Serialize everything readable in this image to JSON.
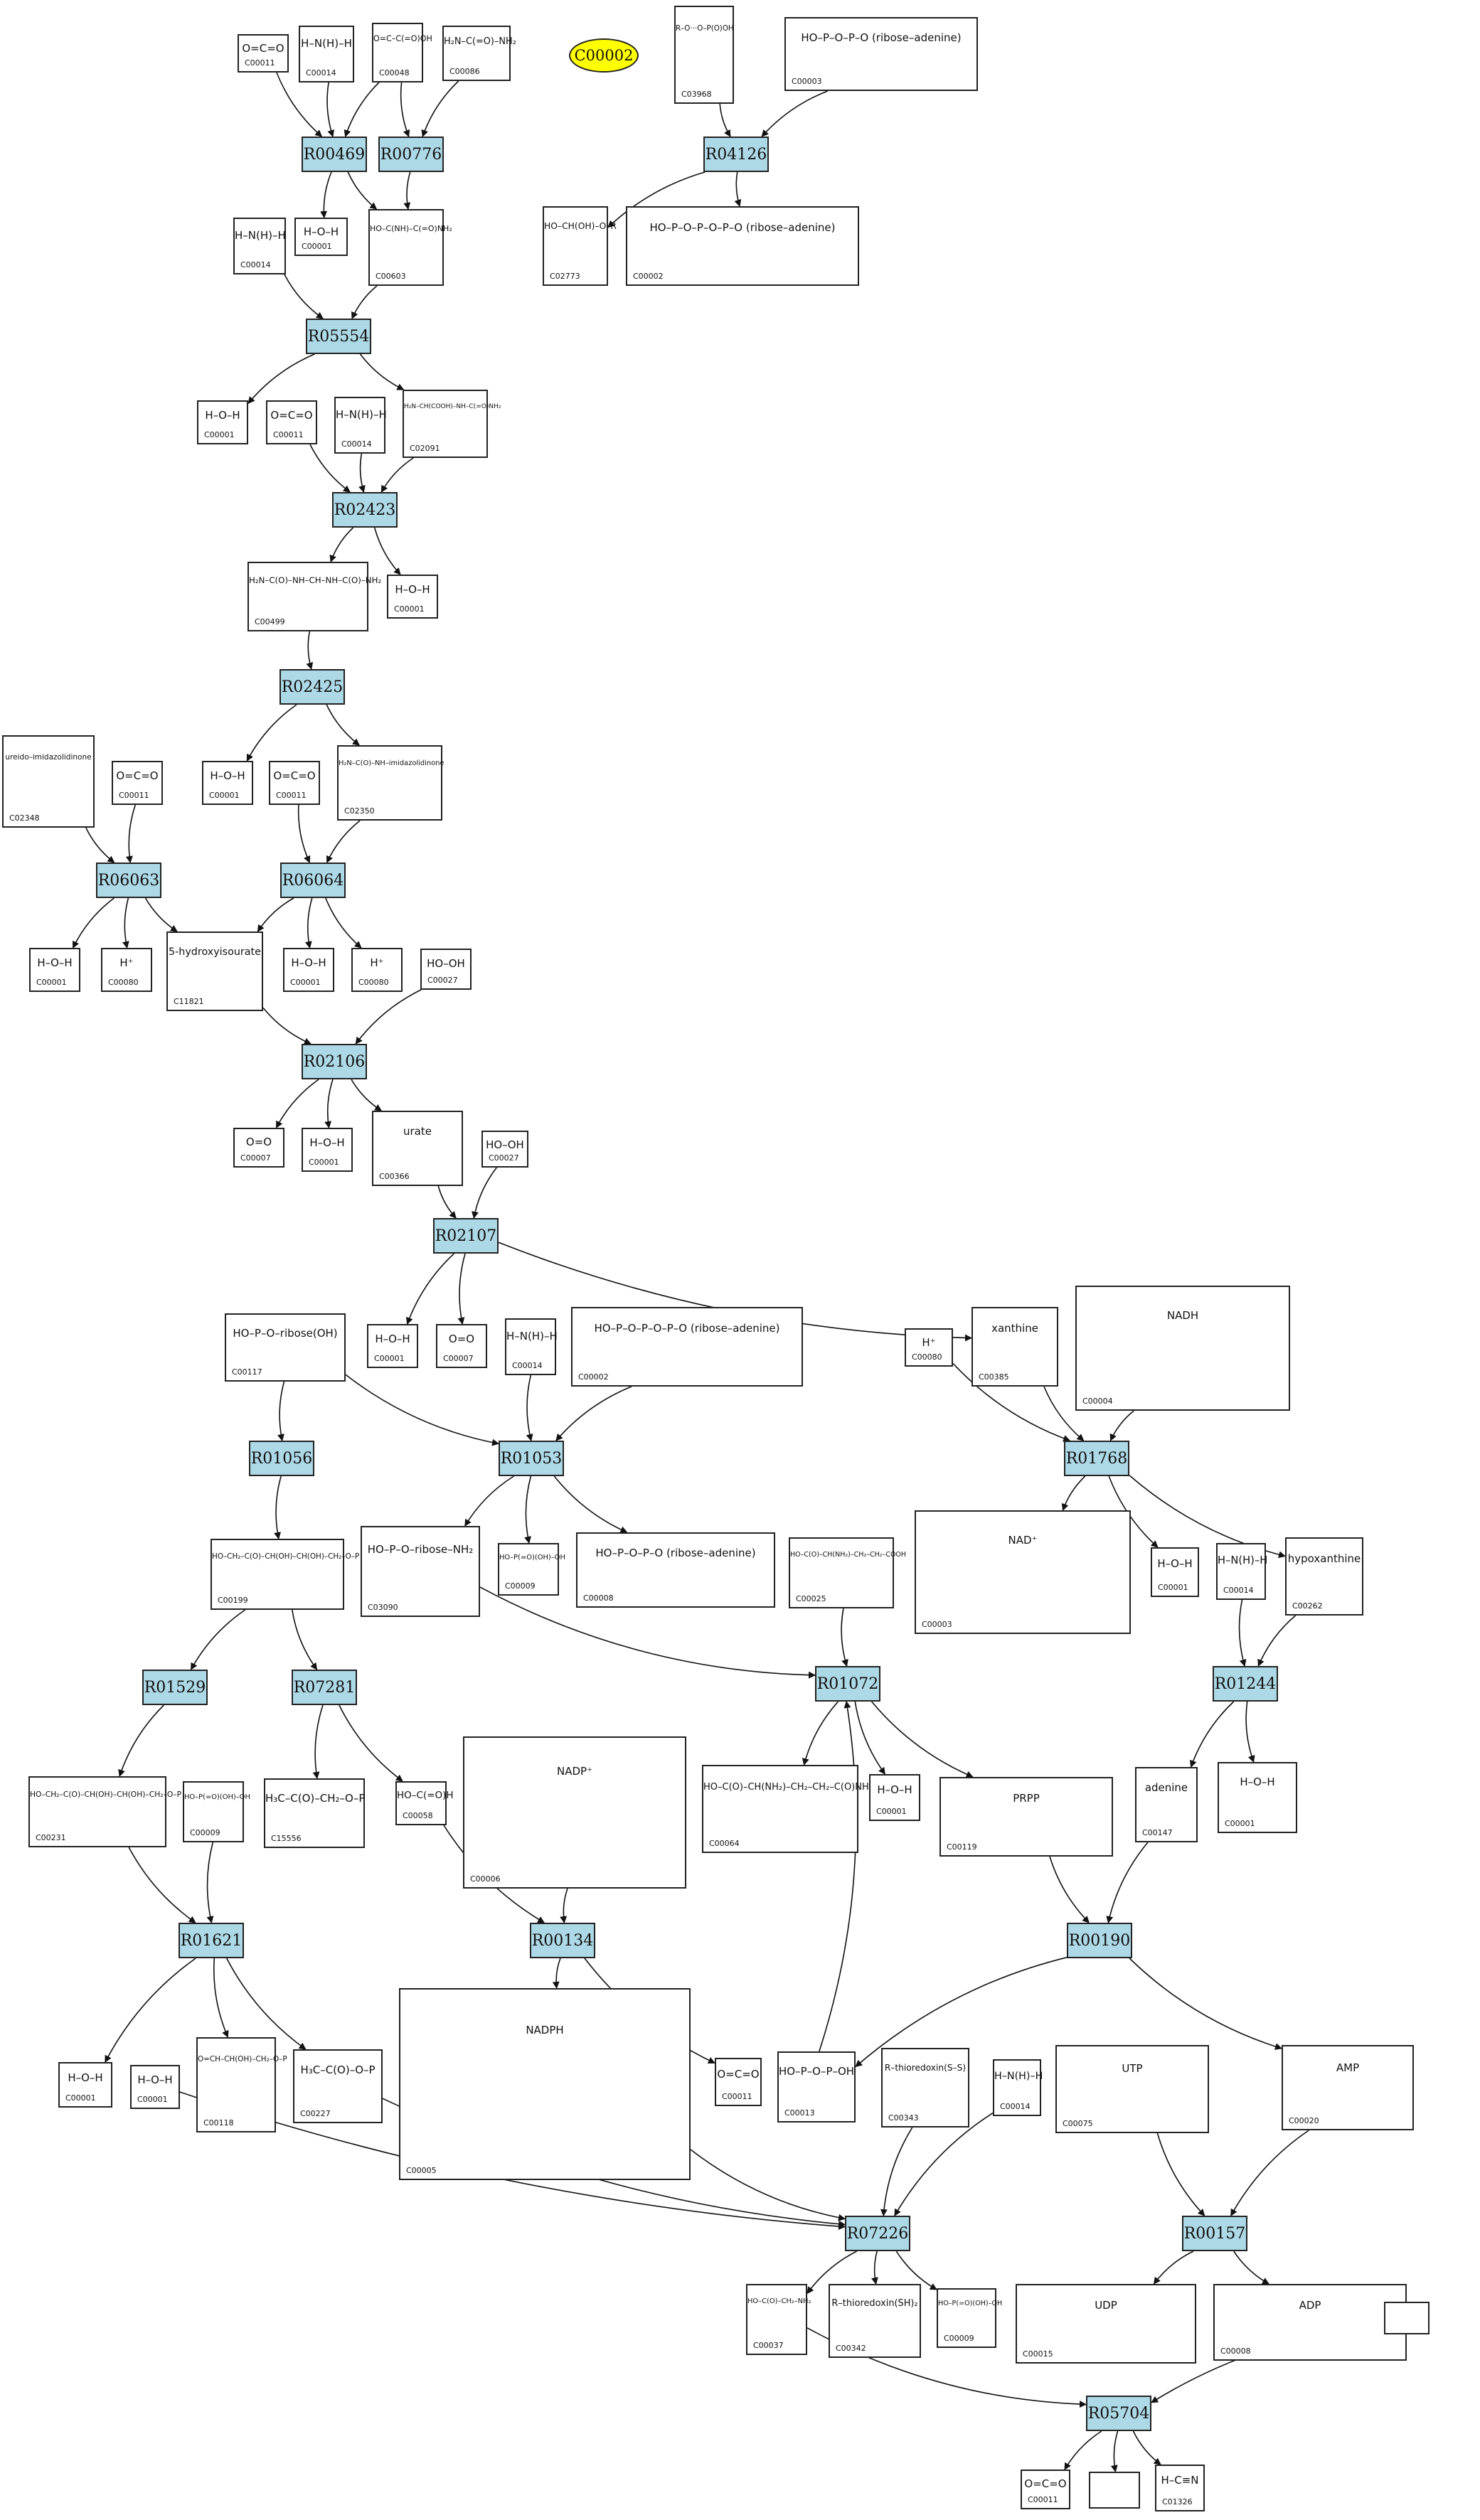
{
  "highlight": "C00002",
  "reactions": [
    "R00469",
    "R00776",
    "R04126",
    "R05554",
    "R02423",
    "R02425",
    "R06063",
    "R06064",
    "R02106",
    "R02107",
    "R01056",
    "R01053",
    "R01768",
    "R01529",
    "R07281",
    "R01072",
    "R01244",
    "R01621",
    "R00134",
    "R00190",
    "R07226",
    "R00157",
    "R05704"
  ],
  "compounds": [
    {
      "id": "C00011",
      "label": "O=C=O"
    },
    {
      "id": "C00014",
      "label": "H–N(H)–H"
    },
    {
      "id": "C00048",
      "label": "O=C–C(=O)OH"
    },
    {
      "id": "C00086",
      "label": "H₂N–C(=O)–NH₂"
    },
    {
      "id": "C03968",
      "label": "R–O···O–P(O)OH"
    },
    {
      "id": "C00003",
      "label": "HO–P–O–P–O (ribose–adenine)"
    },
    {
      "id": "C00014",
      "label": "H–N(H)–H"
    },
    {
      "id": "C00001",
      "label": "H–O–H"
    },
    {
      "id": "C00603",
      "label": "HO–C(NH)–C(=O)NH₂"
    },
    {
      "id": "C02773",
      "label": "HO–CH(OH)–O–R"
    },
    {
      "id": "C00002",
      "label": "HO–P–O–P–O–P–O (ribose–adenine)"
    },
    {
      "id": "C00001",
      "label": "H–O–H"
    },
    {
      "id": "C00011",
      "label": "O=C=O"
    },
    {
      "id": "C00014",
      "label": "H–N(H)–H"
    },
    {
      "id": "C02091",
      "label": "H₂N–CH(COOH)–NH–C(=O)NH₂"
    },
    {
      "id": "C00499",
      "label": "H₂N–C(O)–NH–CH–NH–C(O)–NH₂"
    },
    {
      "id": "C00001",
      "label": "H–O–H"
    },
    {
      "id": "C02348",
      "label": "ureido–imidazolidinone"
    },
    {
      "id": "C00011",
      "label": "O=C=O"
    },
    {
      "id": "C00001",
      "label": "H–O–H"
    },
    {
      "id": "C00011",
      "label": "O=C=O"
    },
    {
      "id": "C02350",
      "label": "H₂N–C(O)–NH–imidazolidinone"
    },
    {
      "id": "C00001",
      "label": "H–O–H"
    },
    {
      "id": "C00080",
      "label": "H⁺"
    },
    {
      "id": "C11821",
      "label": "5-hydroxyisourate"
    },
    {
      "id": "C00001",
      "label": "H–O–H"
    },
    {
      "id": "C00080",
      "label": "H⁺"
    },
    {
      "id": "C00027",
      "label": "HO–OH"
    },
    {
      "id": "C00007",
      "label": "O=O"
    },
    {
      "id": "C00001",
      "label": "H–O–H"
    },
    {
      "id": "C00366",
      "label": "urate"
    },
    {
      "id": "C00027",
      "label": "HO–OH"
    },
    {
      "id": "C00117",
      "label": "HO–P–O–ribose(OH)"
    },
    {
      "id": "C00001",
      "label": "H–O–H"
    },
    {
      "id": "C00007",
      "label": "O=O"
    },
    {
      "id": "C00014",
      "label": "H–N(H)–H"
    },
    {
      "id": "C00002",
      "label": "HO–P–O–P–O–P–O (ribose–adenine)"
    },
    {
      "id": "C00080",
      "label": "H⁺"
    },
    {
      "id": "C00385",
      "label": "xanthine"
    },
    {
      "id": "C00004",
      "label": "NADH"
    },
    {
      "id": "C00199",
      "label": "HO–CH₂–C(O)–CH(OH)–CH(OH)–CH₂–O–P"
    },
    {
      "id": "C03090",
      "label": "HO–P–O–ribose–NH₂"
    },
    {
      "id": "C00009",
      "label": "HO–P(=O)(OH)–OH"
    },
    {
      "id": "C00008",
      "label": "HO–P–O–P–O (ribose–adenine)"
    },
    {
      "id": "C00025",
      "label": "HO–C(O)–CH(NH₂)–CH₂–CH₂–COOH"
    },
    {
      "id": "C00003",
      "label": "NAD⁺"
    },
    {
      "id": "C00001",
      "label": "H–O–H"
    },
    {
      "id": "C00014",
      "label": "H–N(H)–H"
    },
    {
      "id": "C00262",
      "label": "hypoxanthine"
    },
    {
      "id": "C00231",
      "label": "HO–CH₂–C(O)–CH(OH)–CH(OH)–CH₂–O–P"
    },
    {
      "id": "C00009",
      "label": "HO–P(=O)(OH)–OH"
    },
    {
      "id": "C15556",
      "label": "H₃C–C(O)–CH₂–O–P"
    },
    {
      "id": "C00058",
      "label": "HO–C(=O)H"
    },
    {
      "id": "C00006",
      "label": "NADP⁺"
    },
    {
      "id": "C00064",
      "label": "HO–C(O)–CH(NH₂)–CH₂–CH₂–C(O)NH₂"
    },
    {
      "id": "C00001",
      "label": "H–O–H"
    },
    {
      "id": "C00119",
      "label": "PRPP"
    },
    {
      "id": "C00147",
      "label": "adenine"
    },
    {
      "id": "C00001",
      "label": "H–O–H"
    },
    {
      "id": "C00001",
      "label": "H–O–H"
    },
    {
      "id": "C00001",
      "label": "H–O–H"
    },
    {
      "id": "C00118",
      "label": "O=CH–CH(OH)–CH₂–O–P"
    },
    {
      "id": "C00227",
      "label": "H₃C–C(O)–O–P"
    },
    {
      "id": "C00005",
      "label": "NADPH"
    },
    {
      "id": "C00011",
      "label": "O=C=O"
    },
    {
      "id": "C00013",
      "label": "HO–P–O–P–OH"
    },
    {
      "id": "C00343",
      "label": "R–thioredoxin(S–S)"
    },
    {
      "id": "C00014",
      "label": "H–N(H)–H"
    },
    {
      "id": "C00075",
      "label": "UTP"
    },
    {
      "id": "C00020",
      "label": "AMP"
    },
    {
      "id": "C00037",
      "label": "HO–C(O)–CH₂–NH₂"
    },
    {
      "id": "C00342",
      "label": "R–thioredoxin(SH)₂"
    },
    {
      "id": "C00009",
      "label": "HO–P(=O)(OH)–OH"
    },
    {
      "id": "C00015",
      "label": "UDP"
    },
    {
      "id": "C00008",
      "label": "ADP"
    },
    {
      "id": "",
      "label": ""
    },
    {
      "id": "C00011",
      "label": "O=C=O"
    },
    {
      "id": "",
      "label": ""
    },
    {
      "id": "C01326",
      "label": "H–C≡N"
    }
  ]
}
